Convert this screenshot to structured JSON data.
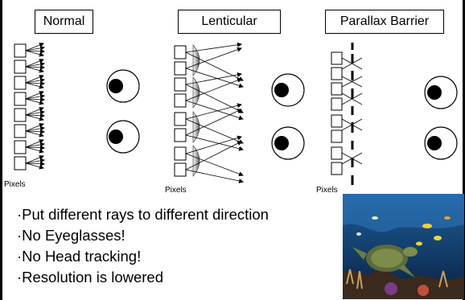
{
  "panels": {
    "normal": {
      "title": "Normal",
      "pixels_label": "Pixels"
    },
    "lenticular": {
      "title": "Lenticular",
      "pixels_label": "Pixels"
    },
    "parallax": {
      "title": "Parallax Barrier",
      "pixels_label": "Pixels"
    }
  },
  "bullets": [
    "·Put different rays to different direction",
    "·No Eyeglasses!",
    "·No Head tracking!",
    "·Resolution is lowered"
  ],
  "photo": {
    "subject": "underwater scene with sea turtle and tropical fish"
  },
  "colors": {
    "line": "#000000",
    "background": "#ffffff",
    "lens": "#cfcfcf",
    "water": "#123a66"
  },
  "icons": [
    "eye-icon",
    "pixel-column",
    "lens-icon",
    "barrier-slit"
  ]
}
